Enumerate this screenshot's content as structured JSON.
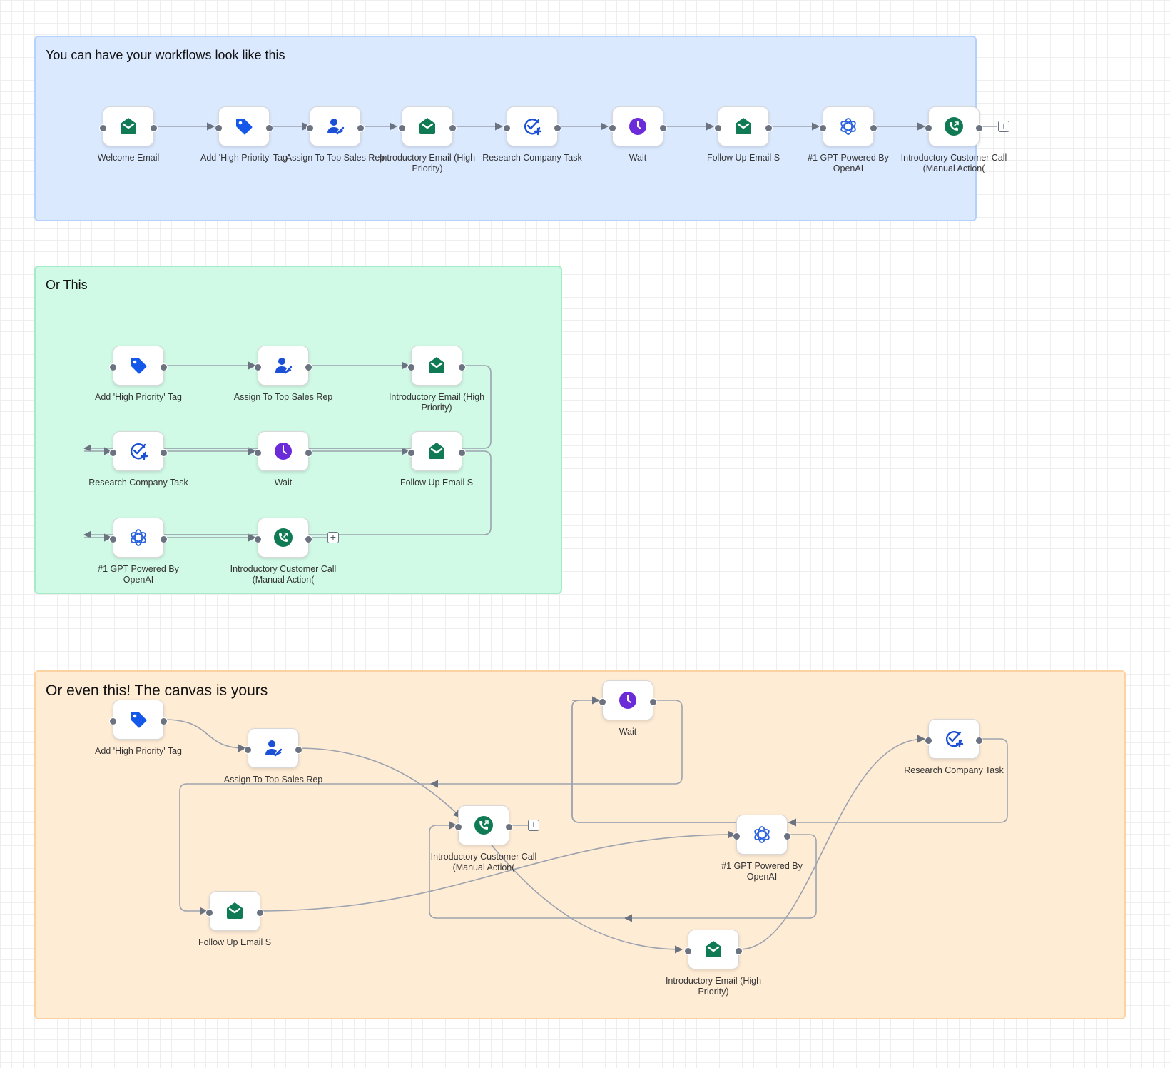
{
  "colors": {
    "email_green": "#107a55",
    "tag_blue": "#1358e8",
    "user_blue": "#1a4fd6",
    "task_blue": "#1a4fd6",
    "wait_purple": "#6b2bd8",
    "gpt_blue": "#2a62e0",
    "call_green": "#107a55",
    "edge": "#9ca3af",
    "port": "#6b7280"
  },
  "groups": [
    {
      "title": "You can have your workflows look like this",
      "bg": "#dbe9ff",
      "border": "#b5d2ff",
      "nodes": [
        {
          "label": "Welcome Email",
          "icon": "email-icon"
        },
        {
          "label": "Add 'High Priority' Tag",
          "icon": "tag-icon"
        },
        {
          "label": "Assign To Top Sales Rep",
          "icon": "assign-user-icon"
        },
        {
          "label": "Introductory Email (High Priority)",
          "icon": "email-icon"
        },
        {
          "label": "Research Company Task",
          "icon": "task-icon"
        },
        {
          "label": "Wait",
          "icon": "clock-icon"
        },
        {
          "label": "Follow Up Email S",
          "icon": "email-icon"
        },
        {
          "label": "#1 GPT Powered By OpenAI",
          "icon": "openai-icon"
        },
        {
          "label": "Introductory Customer Call (Manual Action(",
          "icon": "phone-call-icon"
        }
      ]
    },
    {
      "title": "Or This",
      "bg": "#d0f9e6",
      "border": "#a5ebc8",
      "nodes": [
        {
          "label": "Add 'High Priority' Tag",
          "icon": "tag-icon"
        },
        {
          "label": "Assign To Top Sales Rep",
          "icon": "assign-user-icon"
        },
        {
          "label": "Introductory Email (High Priority)",
          "icon": "email-icon"
        },
        {
          "label": "Research Company Task",
          "icon": "task-icon"
        },
        {
          "label": "Wait",
          "icon": "clock-icon"
        },
        {
          "label": "Follow Up Email S",
          "icon": "email-icon"
        },
        {
          "label": "#1 GPT Powered By OpenAI",
          "icon": "openai-icon"
        },
        {
          "label": "Introductory Customer Call (Manual Action(",
          "icon": "phone-call-icon"
        }
      ]
    },
    {
      "title": "Or even this! The canvas is yours",
      "bg": "#ffecd5",
      "border": "#fbd3a3",
      "nodes": [
        {
          "label": "Add 'High Priority' Tag",
          "icon": "tag-icon"
        },
        {
          "label": "Assign To Top Sales Rep",
          "icon": "assign-user-icon"
        },
        {
          "label": "Wait",
          "icon": "clock-icon"
        },
        {
          "label": "Research Company Task",
          "icon": "task-icon"
        },
        {
          "label": "Introductory Customer Call (Manual Action(",
          "icon": "phone-call-icon"
        },
        {
          "label": "#1 GPT Powered By OpenAI",
          "icon": "openai-icon"
        },
        {
          "label": "Follow Up Email S",
          "icon": "email-icon"
        },
        {
          "label": "Introductory Email (High Priority)",
          "icon": "email-icon"
        }
      ]
    }
  ]
}
